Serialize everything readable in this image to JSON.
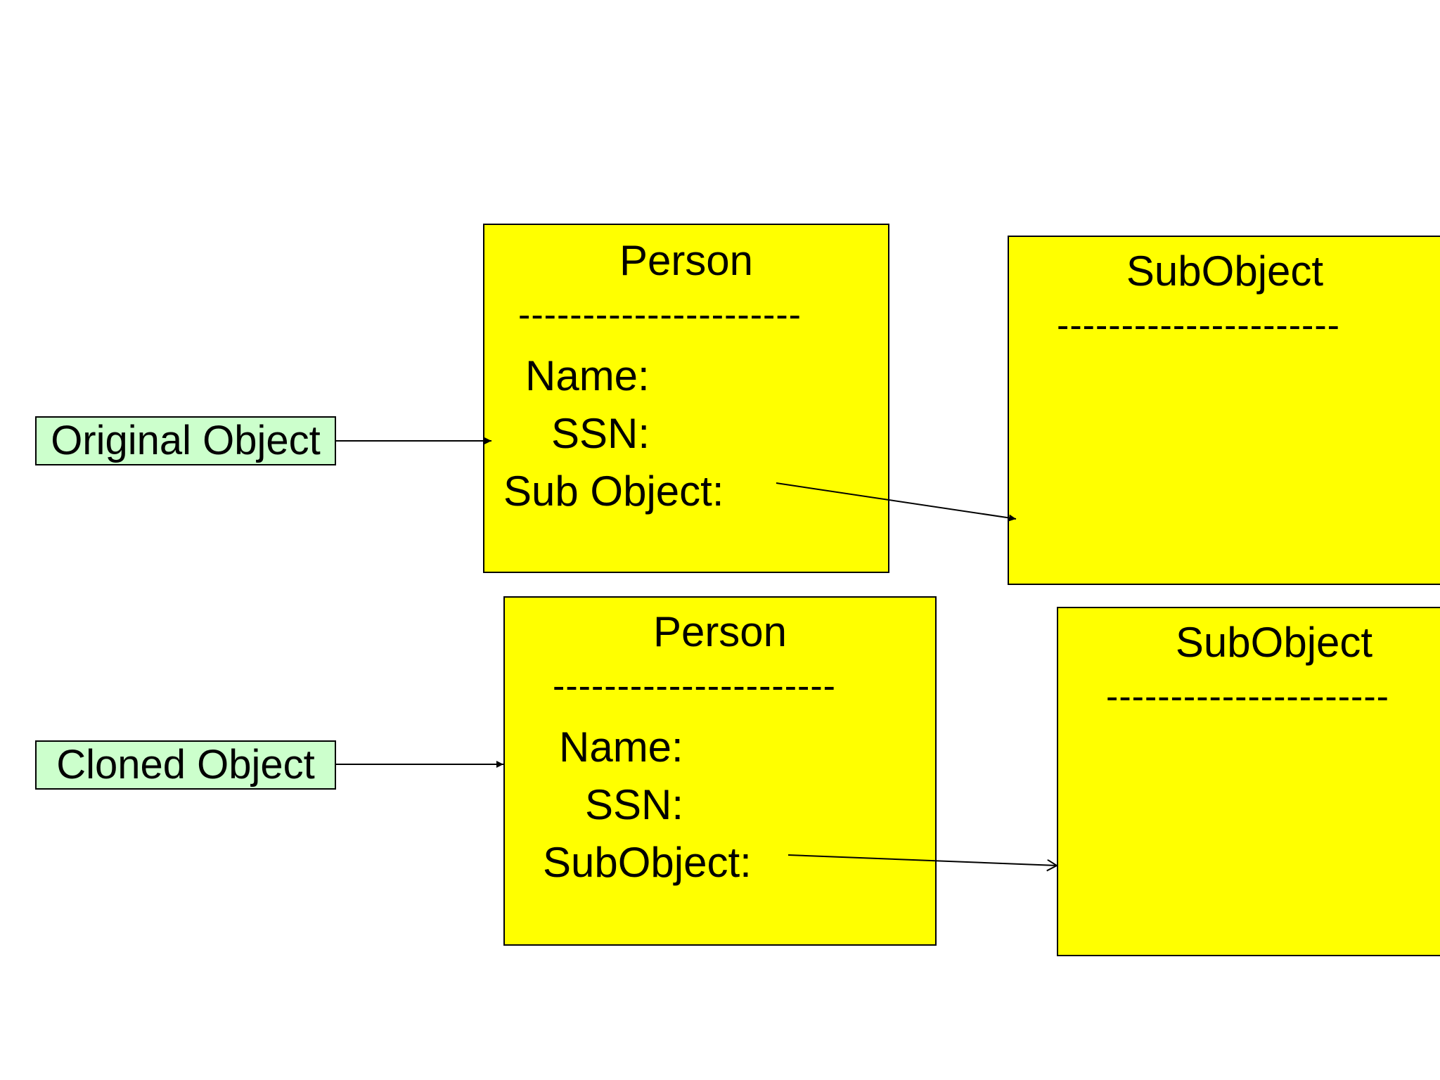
{
  "labels": {
    "original": "Original Object",
    "cloned": "Cloned Object"
  },
  "original_person": {
    "title": "Person",
    "separator": "----------------------",
    "fields": [
      "Name:",
      "SSN:",
      "Sub Object:"
    ]
  },
  "original_subobject": {
    "title": "SubObject",
    "separator": "----------------------"
  },
  "cloned_person": {
    "title": "Person",
    "separator": "----------------------",
    "fields": [
      "Name:",
      "SSN:",
      "SubObject:"
    ]
  },
  "cloned_subobject": {
    "title": "SubObject",
    "separator": "----------------------"
  },
  "colors": {
    "object_fill": "#ffff00",
    "label_fill": "#ccffcc",
    "stroke": "#000000"
  }
}
